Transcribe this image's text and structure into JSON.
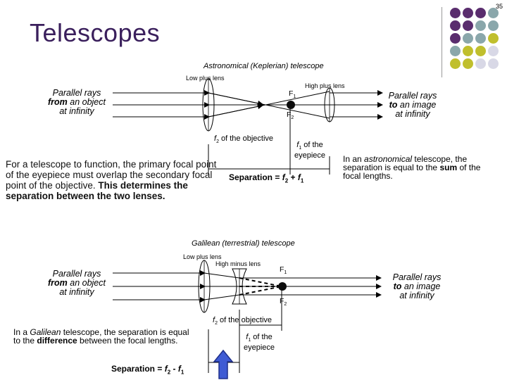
{
  "slide": {
    "page_number": "35",
    "title": "Telescopes"
  },
  "decor": {
    "dot_colors": [
      "#5a2d6e",
      "#8aa7ab",
      "#c0bf2d",
      "#d8d8e6"
    ]
  },
  "keplerian": {
    "title": "Astronomical (Keplerian) telescope",
    "low_lens_label": "Low plus lens",
    "high_lens_label": "High plus lens",
    "f1_label": "F",
    "f1_sub": "1",
    "f2_label": "F",
    "f2_sub": "2",
    "left_rays": [
      "Parallel rays",
      "from",
      " an object",
      "at infinity"
    ],
    "right_rays": [
      "Parallel rays",
      "to",
      " an image",
      "at infinity"
    ],
    "f2_objective": {
      "sym": "f",
      "sub": "2",
      "rest": " of the objective"
    },
    "f1_eyepiece": {
      "sym": "f",
      "sub": "1",
      "rest": " of the",
      "line2": "eyepiece"
    },
    "separation": {
      "prefix": "Separation = ",
      "f2": "f",
      "f2_sub": "2",
      "plus": " + ",
      "f1": "f",
      "f1_sub": "1"
    },
    "explanation_normal": "For a telescope to function, the primary focal point of the eyepiece must overlap the secondary focal point of the objective. ",
    "explanation_bold": "This determines the separation between the two lenses.",
    "astro_note": {
      "p1": "In an ",
      "italic": "astronomical",
      "p2": " telescope, the separation is equal to the ",
      "bold": "sum",
      "p3": " of the focal lengths."
    }
  },
  "galilean": {
    "title": "Galilean (terrestrial) telescope",
    "low_lens_label": "Low plus lens",
    "high_minus_label": "High minus lens",
    "f1_label": "F",
    "f1_sub": "1",
    "f2_label": "F",
    "f2_sub": "2",
    "left_rays": [
      "Parallel rays",
      "from",
      " an object",
      "at infinity"
    ],
    "right_rays": [
      "Parallel rays",
      "to",
      " an image",
      "at infinity"
    ],
    "f2_objective": {
      "sym": "f",
      "sub": "2",
      "rest": " of the objective"
    },
    "f1_eyepiece": {
      "sym": "f",
      "sub": "1",
      "rest": " of the",
      "line2": "eyepiece"
    },
    "note": {
      "p1": "In a ",
      "italic": "Galilean",
      "p2": " telescope, the separation is equal to the ",
      "bold": "difference",
      "p3": " between the focal lengths."
    },
    "separation": {
      "prefix": "Separation = ",
      "f2": "f",
      "f2_sub": "2",
      "minus": " - ",
      "f1": "f",
      "f1_sub": "1"
    }
  }
}
